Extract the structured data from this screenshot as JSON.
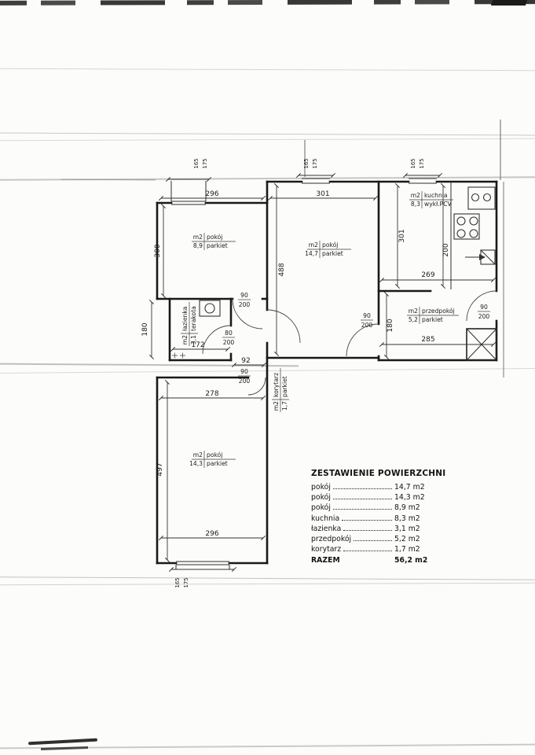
{
  "legend": {
    "title": "ZESTAWIENIE POWIERZCHNI",
    "rows": [
      {
        "label": "pokój",
        "value": "14,7 m2"
      },
      {
        "label": "pokój",
        "value": "14,3 m2"
      },
      {
        "label": "pokój",
        "value": "8,9 m2"
      },
      {
        "label": "kuchnia",
        "value": "8,3 m2"
      },
      {
        "label": "łazienka",
        "value": "3,1 m2"
      },
      {
        "label": "przedpokój",
        "value": "5,2 m2"
      },
      {
        "label": "korytarz",
        "value": "1,7 m2"
      }
    ],
    "total": {
      "label": "RAZEM",
      "value": "56,2 m2"
    }
  },
  "rooms": {
    "pokoj_89": {
      "unit": "m2",
      "name": "pokój",
      "area": "8,9",
      "floor": "parkiet"
    },
    "pokoj_147": {
      "unit": "m2",
      "name": "pokój",
      "area": "14,7",
      "floor": "parkiet"
    },
    "pokoj_143": {
      "unit": "m2",
      "name": "pokój",
      "area": "14,3",
      "floor": "parkiet"
    },
    "kuchnia": {
      "unit": "m2",
      "name": "kuchnia",
      "area": "8,3",
      "floor": "wykł.PCV"
    },
    "lazienka": {
      "unit": "m2",
      "name": "łazienka",
      "area": "3,1",
      "floor": "terakota"
    },
    "przedpokoj": {
      "unit": "m2",
      "name": "przedpokój",
      "area": "5,2",
      "floor": "parkiet"
    },
    "korytarz": {
      "unit": "m2",
      "name": "korytarz",
      "area": "1,7",
      "floor": "parkiet"
    }
  },
  "dimensions": {
    "room89_width": "296",
    "room89_height": "300",
    "room147_width": "301",
    "room147_height": "488",
    "kitchen_height": "301",
    "kitchen_depth": "200",
    "kitchen_width": "269",
    "hall_width": "285",
    "hall_height": "180",
    "bath_width": "172",
    "bath_height": "180",
    "corridor_width": "92",
    "room143_width_top": "278",
    "room143_height": "497",
    "room143_width_bottom": "296",
    "door_width": "90",
    "door_height": "200",
    "bath_door_width": "80",
    "window_w": "165",
    "window_h": "175"
  }
}
